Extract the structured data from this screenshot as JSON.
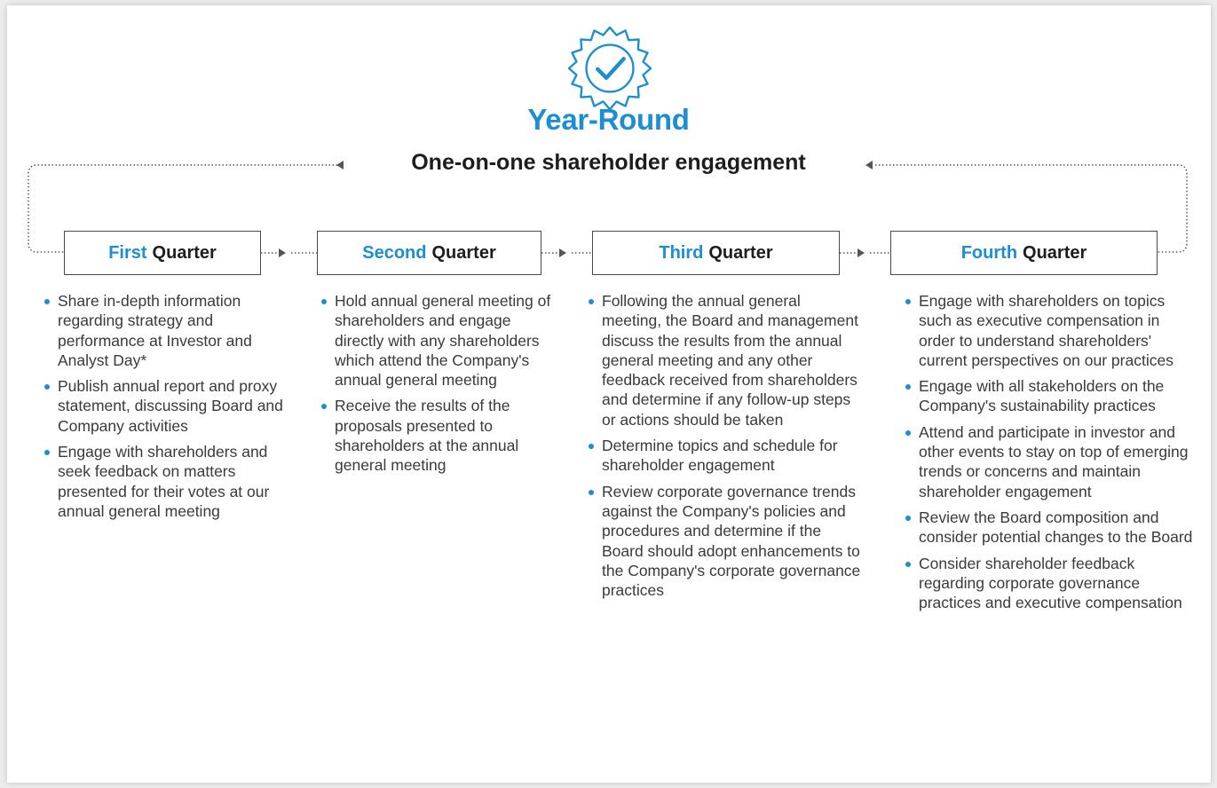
{
  "header": {
    "title": "Year-Round",
    "subtitle": "One-on-one shareholder engagement",
    "icon": "badge-checkmark-icon"
  },
  "colors": {
    "accent": "#1b8fd2",
    "text": "#1d1d1d",
    "body_text": "#3a3a3a"
  },
  "quarters": [
    {
      "label_highlight": "First",
      "label_rest": "Quarter",
      "items": [
        "Share in-depth information regarding strategy and performance at Investor and Analyst Day*",
        "Publish annual report and proxy statement, discussing Board and Company activities",
        "Engage with shareholders and seek feedback on matters presented for their votes at our annual general meeting"
      ]
    },
    {
      "label_highlight": "Second",
      "label_rest": "Quarter",
      "items": [
        "Hold annual general meeting of shareholders and engage directly with any shareholders which attend the Company's annual general meeting",
        "Receive the results of the proposals presented to shareholders at the annual general meeting"
      ]
    },
    {
      "label_highlight": "Third",
      "label_rest": "Quarter",
      "items": [
        "Following the annual general meeting, the Board and management discuss the results from the annual general meeting and any other feedback received from shareholders and determine if any follow-up steps or actions should be taken",
        "Determine topics and schedule for shareholder engagement",
        "Review corporate governance trends against the Company's policies and procedures and determine if the Board should adopt enhancements to the Company's corporate governance practices"
      ]
    },
    {
      "label_highlight": "Fourth",
      "label_rest": "Quarter",
      "items": [
        "Engage with shareholders on topics such as executive compensation in order to understand shareholders' current perspectives on our practices",
        "Engage with all stakeholders on the Company's sustainability practices",
        "Attend and participate in investor and other events to stay on top of emerging trends or concerns and maintain shareholder engagement",
        "Review the Board composition and consider potential changes to the Board",
        "Consider shareholder feedback regarding corporate governance practices and executive compensation"
      ]
    }
  ]
}
